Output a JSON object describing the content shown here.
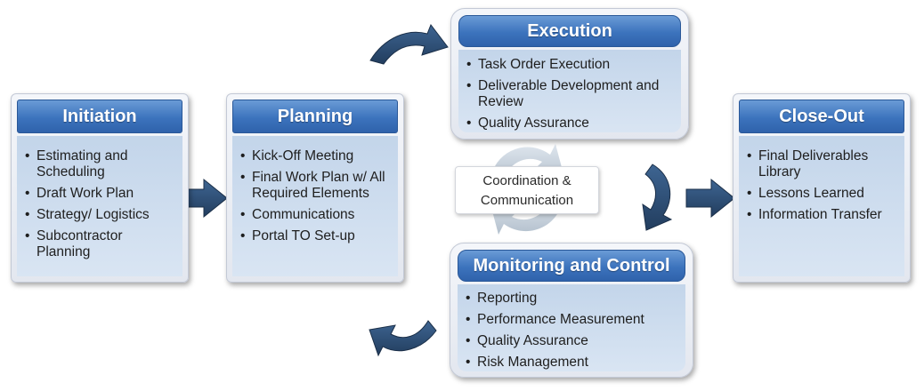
{
  "phases": {
    "initiation": {
      "title": "Initiation",
      "items": [
        "Estimating and Scheduling",
        "Draft Work Plan",
        "Strategy/ Logistics",
        "Subcontractor Planning"
      ]
    },
    "planning": {
      "title": "Planning",
      "items": [
        "Kick-Off Meeting",
        "Final Work Plan w/ All Required Elements",
        "Communications",
        "Portal TO Set-up"
      ]
    },
    "execution": {
      "title": "Execution",
      "items": [
        "Task Order Execution",
        "Deliverable Development and Review",
        "Quality Assurance"
      ]
    },
    "monitoring": {
      "title": "Monitoring and Control",
      "items": [
        "Reporting",
        "Performance Measurement",
        "Quality Assurance",
        "Risk Management"
      ]
    },
    "closeout": {
      "title": "Close-Out",
      "items": [
        "Final Deliverables Library",
        "Lessons Learned",
        "Information Transfer"
      ]
    }
  },
  "center": {
    "line1": "Coordination &",
    "line2": "Communication"
  },
  "colors": {
    "header_blue": "#3c73bd",
    "body_blue": "#c9d9ec",
    "arrow_navy": "#2b4a6f",
    "cycle_gray": "#c5cfd9"
  }
}
